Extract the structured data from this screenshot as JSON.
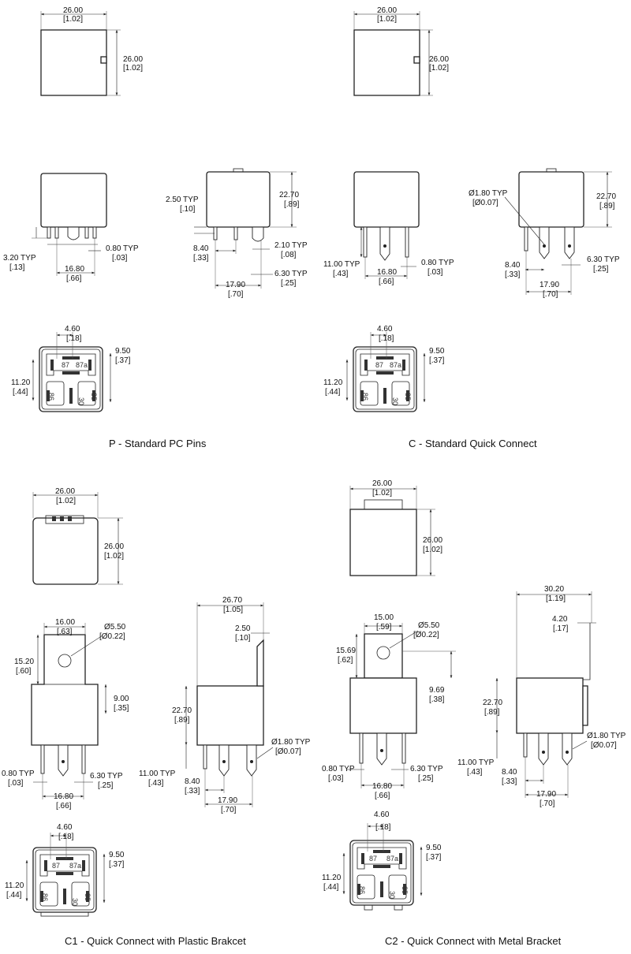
{
  "variants": {
    "p": {
      "caption": "P - Standard PC Pins"
    },
    "c": {
      "caption": "C - Standard Quick Connect"
    },
    "c1": {
      "caption": "C1 - Quick Connect with Plastic Brakcet"
    },
    "c2": {
      "caption": "C2 - Quick Connect with Metal Bracket"
    }
  },
  "dims": {
    "d26": "26.00",
    "d26_in": "[1.02]",
    "d2270": "22.70",
    "d2270_in": "[.89]",
    "d250": "2.50 TYP",
    "d250_in": "[.10]",
    "d840": "8.40",
    "d840_in": "[.33]",
    "d210": "2.10 TYP",
    "d210_in": "[.08]",
    "d630": "6.30 TYP",
    "d630_in": "[.25]",
    "d1790": "17.90",
    "d1790_in": "[.70]",
    "d320": "3.20 TYP",
    "d320_in": "[.13]",
    "d080": "0.80 TYP",
    "d080_in": "[.03]",
    "d1680": "16.80",
    "d1680_in": "[.66]",
    "d460": "4.60",
    "d460_in": "[.18]",
    "d950": "9.50",
    "d950_in": "[.37]",
    "d1120": "11.20",
    "d1120_in": "[.44]",
    "d1100": "11.00 TYP",
    "d1100_in": "[.43]",
    "d180": "Ø1.80 TYP",
    "d180_in": "[Ø0.07]",
    "d1600": "16.00",
    "d1600_in": "[.63]",
    "d550": "Ø5.50",
    "d550_in": "[Ø0.22]",
    "d1520": "15.20",
    "d1520_in": "[.60]",
    "d900": "9.00",
    "d900_in": "[.35]",
    "d2670": "26.70",
    "d2670_in": "[1.05]",
    "d250b": "2.50",
    "d250b_in": "[.10]",
    "d1500": "15.00",
    "d1500_in": "[.59]",
    "d1569": "15.69",
    "d1569_in": "[.62]",
    "d969": "9.69",
    "d969_in": "[.38]",
    "d3020": "30.20",
    "d3020_in": "[1.19]",
    "d420": "4.20",
    "d420_in": "[.17]"
  },
  "pins": {
    "p87": "87",
    "p87a": "87a",
    "p86": "86",
    "p85": "85",
    "p30": "30"
  }
}
